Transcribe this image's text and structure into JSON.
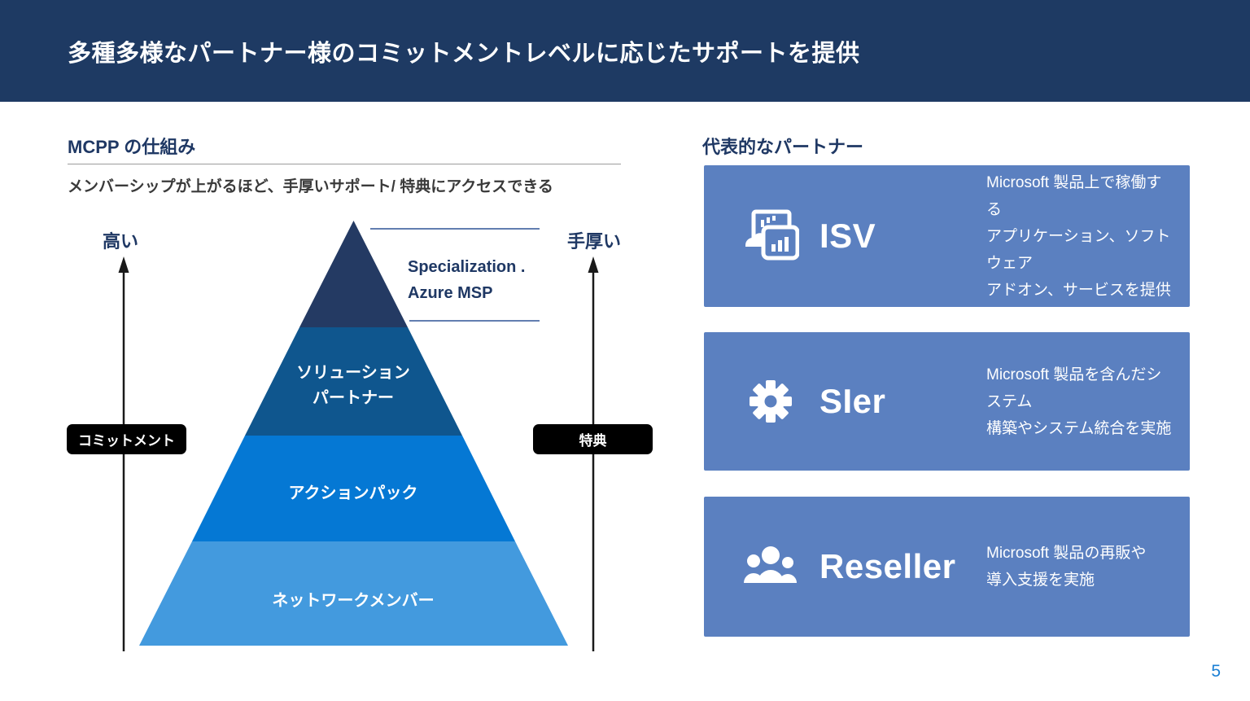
{
  "header": {
    "title": "多種多様なパートナー様のコミットメントレベルに応じたサポートを提供",
    "bg_color": "#1e3a63"
  },
  "left": {
    "heading": "MCPP の仕組み",
    "subtitle": "メンバーシップが上がるほど、手厚いサポート/ 特典にアクセスできる",
    "axis_left": {
      "top_label": "高い",
      "badge": "コミットメント"
    },
    "axis_right": {
      "top_label": "手厚い",
      "badge": "特典"
    },
    "pyramid": {
      "annotation": {
        "line1": "Specialization .",
        "line2": "Azure MSP"
      },
      "levels": [
        {
          "name": "specialization-azure-msp",
          "color": "#243a63"
        },
        {
          "name": "solution-partner",
          "color": "#0f568e",
          "label_line1": "ソリューション",
          "label_line2": "パートナー"
        },
        {
          "name": "action-pack",
          "color": "#0578d4",
          "label": "アクションパック"
        },
        {
          "name": "network-member",
          "color": "#439ade",
          "label": "ネットワークメンバー"
        }
      ]
    }
  },
  "right": {
    "heading": "代表的なパートナー",
    "card_bg": "#5b80c0",
    "cards": [
      {
        "icon": "isv-apps-icon",
        "title": "ISV",
        "desc": [
          "Microsoft 製品上で稼働する",
          "アプリケーション、ソフトウェア",
          "アドオン、サービスを提供"
        ]
      },
      {
        "icon": "gear-icon",
        "title": "SIer",
        "desc": [
          "Microsoft 製品を含んだシステム",
          "構築やシステム統合を実施"
        ]
      },
      {
        "icon": "people-icon",
        "title": "Reseller",
        "desc": [
          "Microsoft 製品の再販や",
          "導入支援を実施"
        ]
      }
    ]
  },
  "page": {
    "number": "5",
    "number_color": "#1a7fd4"
  }
}
